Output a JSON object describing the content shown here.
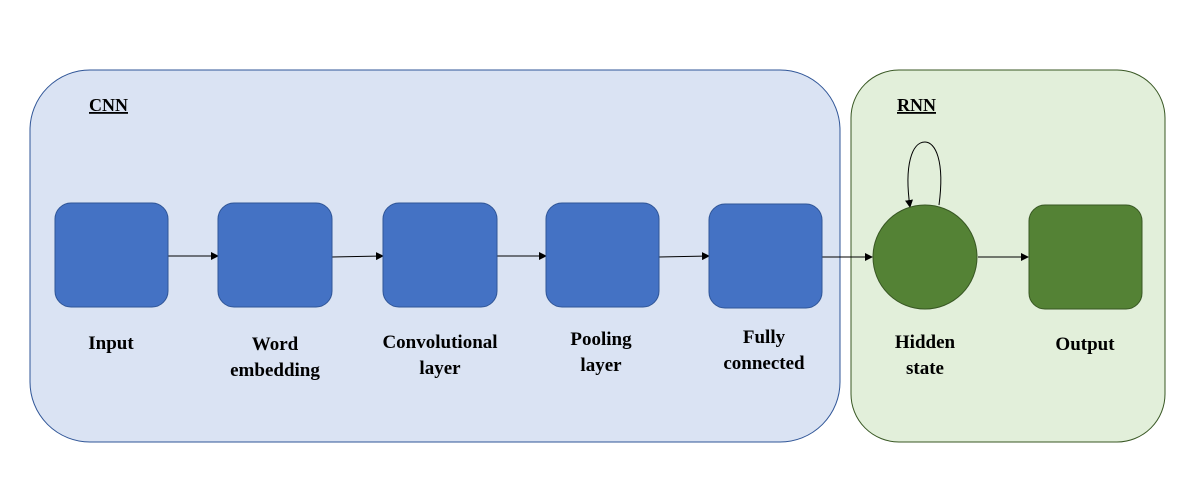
{
  "groups": {
    "cnn": {
      "title": "CNN",
      "fill": "#dae3f3",
      "stroke": "#2f5597"
    },
    "rnn": {
      "title": "RNN",
      "fill": "#e2efda",
      "stroke": "#385723"
    }
  },
  "nodes": {
    "input": {
      "label1": "Input",
      "label2": ""
    },
    "embedding": {
      "label1": "Word",
      "label2": "embedding"
    },
    "conv": {
      "label1": "Convolutional",
      "label2": "layer"
    },
    "pool": {
      "label1": "Pooling",
      "label2": "layer"
    },
    "fc": {
      "label1": "Fully",
      "label2": "connected"
    },
    "hidden": {
      "label1": "Hidden",
      "label2": "state"
    },
    "output": {
      "label1": "Output",
      "label2": ""
    }
  },
  "colors": {
    "cnn_node": "#4472c4",
    "cnn_node_stroke": "#2f5597",
    "rnn_node": "#548235",
    "rnn_node_stroke": "#385723",
    "edge": "#000000"
  }
}
